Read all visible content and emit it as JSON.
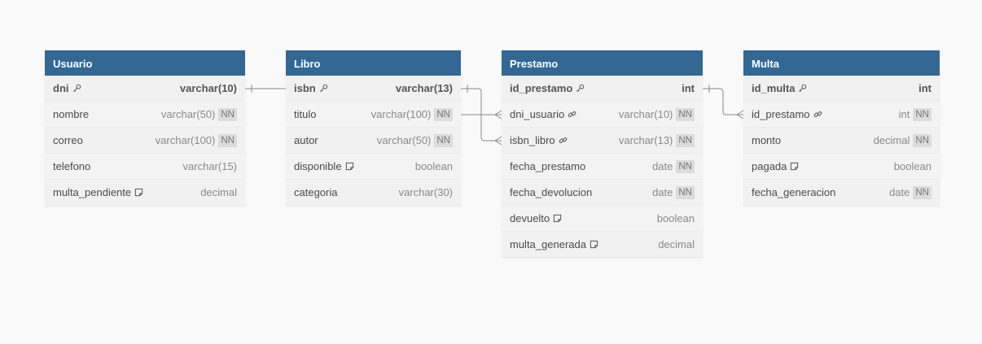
{
  "tables": [
    {
      "id": "usuario",
      "name": "Usuario",
      "fields": [
        {
          "name": "dni",
          "type": "varchar(10)",
          "pk": true,
          "icon": "key-icon",
          "nn": false
        },
        {
          "name": "nombre",
          "type": "varchar(50)",
          "nn": true
        },
        {
          "name": "correo",
          "type": "varchar(100)",
          "nn": true
        },
        {
          "name": "telefono",
          "type": "varchar(15)",
          "nn": false
        },
        {
          "name": "multa_pendiente",
          "type": "decimal",
          "icon": "note-icon",
          "nn": false
        }
      ]
    },
    {
      "id": "libro",
      "name": "Libro",
      "fields": [
        {
          "name": "isbn",
          "type": "varchar(13)",
          "pk": true,
          "icon": "key-icon",
          "nn": false
        },
        {
          "name": "titulo",
          "type": "varchar(100)",
          "nn": true
        },
        {
          "name": "autor",
          "type": "varchar(50)",
          "nn": true
        },
        {
          "name": "disponible",
          "type": "boolean",
          "icon": "note-icon",
          "nn": false
        },
        {
          "name": "categoria",
          "type": "varchar(30)",
          "nn": false
        }
      ]
    },
    {
      "id": "prestamo",
      "name": "Prestamo",
      "fields": [
        {
          "name": "id_prestamo",
          "type": "int",
          "pk": true,
          "icon": "key-icon",
          "nn": false
        },
        {
          "name": "dni_usuario",
          "type": "varchar(10)",
          "icon": "link-icon",
          "nn": true
        },
        {
          "name": "isbn_libro",
          "type": "varchar(13)",
          "icon": "link-icon",
          "nn": true
        },
        {
          "name": "fecha_prestamo",
          "type": "date",
          "nn": true
        },
        {
          "name": "fecha_devolucion",
          "type": "date",
          "nn": true
        },
        {
          "name": "devuelto",
          "type": "boolean",
          "icon": "note-icon",
          "nn": false
        },
        {
          "name": "multa_generada",
          "type": "decimal",
          "icon": "note-icon",
          "nn": false
        }
      ]
    },
    {
      "id": "multa",
      "name": "Multa",
      "fields": [
        {
          "name": "id_multa",
          "type": "int",
          "pk": true,
          "icon": "key-icon",
          "nn": false
        },
        {
          "name": "id_prestamo",
          "type": "int",
          "icon": "link-icon",
          "nn": true
        },
        {
          "name": "monto",
          "type": "decimal",
          "nn": true
        },
        {
          "name": "pagada",
          "type": "boolean",
          "icon": "note-icon",
          "nn": false
        },
        {
          "name": "fecha_generacion",
          "type": "date",
          "nn": true
        }
      ]
    }
  ],
  "nn_label": "NN",
  "relationships": [
    {
      "from": "usuario.dni",
      "to": "prestamo.dni_usuario"
    },
    {
      "from": "libro.isbn",
      "to": "prestamo.isbn_libro"
    },
    {
      "from": "prestamo.id_prestamo",
      "to": "multa.id_prestamo"
    }
  ],
  "colors": {
    "header": "#336895",
    "link": "#8a8a8a"
  }
}
